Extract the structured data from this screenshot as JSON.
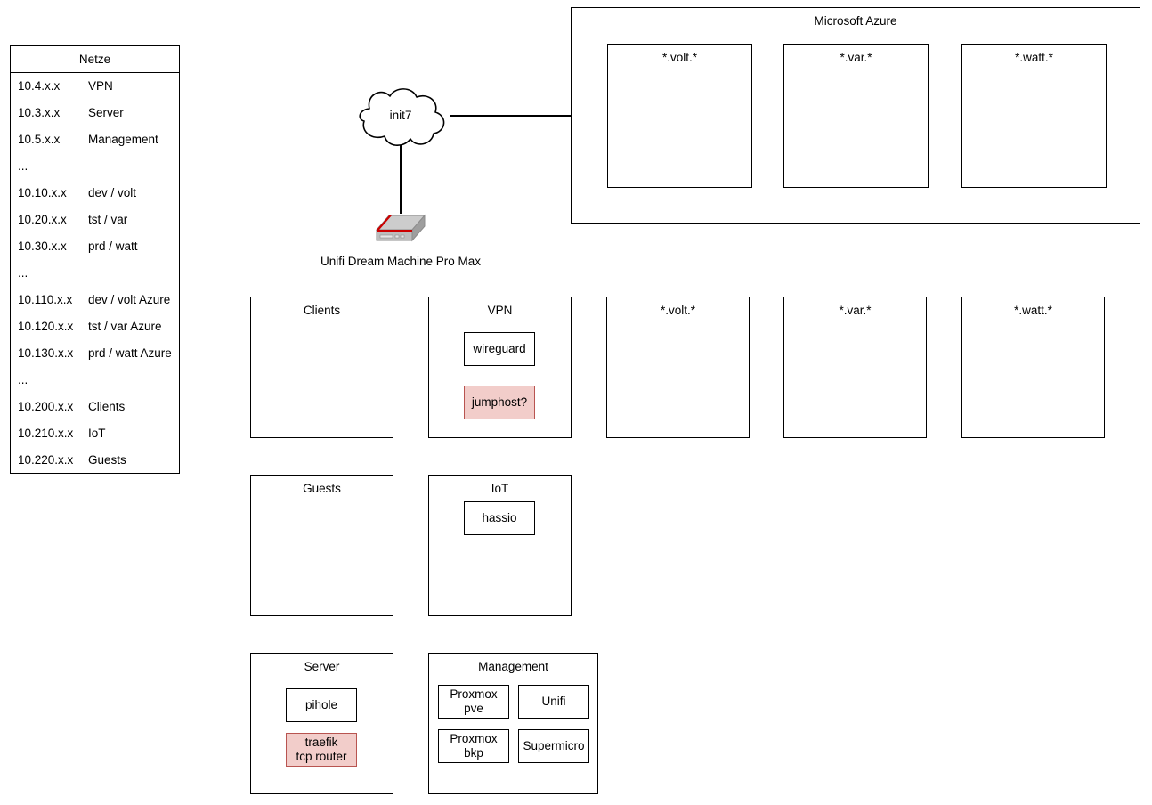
{
  "netze": {
    "title": "Netze",
    "rows": [
      {
        "net": "10.4.x.x",
        "name": "VPN"
      },
      {
        "net": "10.3.x.x",
        "name": "Server"
      },
      {
        "net": "10.5.x.x",
        "name": "Management"
      },
      {
        "net": "...",
        "name": ""
      },
      {
        "net": "10.10.x.x",
        "name": "dev / volt"
      },
      {
        "net": "10.20.x.x",
        "name": "tst / var"
      },
      {
        "net": "10.30.x.x",
        "name": "prd / watt"
      },
      {
        "net": "...",
        "name": ""
      },
      {
        "net": "10.110.x.x",
        "name": "dev / volt Azure"
      },
      {
        "net": "10.120.x.x",
        "name": "tst / var Azure"
      },
      {
        "net": "10.130.x.x",
        "name": "prd / watt Azure"
      },
      {
        "net": "...",
        "name": ""
      },
      {
        "net": "10.200.x.x",
        "name": "Clients"
      },
      {
        "net": "10.210.x.x",
        "name": "IoT"
      },
      {
        "net": "10.220.x.x",
        "name": "Guests"
      }
    ]
  },
  "cloud": {
    "label": "init7"
  },
  "router": {
    "label": "Unifi Dream Machine Pro Max",
    "icon": "firewall-appliance-icon",
    "body_color": "#b3b3b3",
    "accent_color": "#cc0000"
  },
  "azure": {
    "title": "Microsoft Azure",
    "zones": [
      {
        "title": "*.volt.*"
      },
      {
        "title": "*.var.*"
      },
      {
        "title": "*.watt.*"
      }
    ]
  },
  "vlans": {
    "row_middle": [
      {
        "title": "Clients",
        "children": []
      },
      {
        "title": "VPN",
        "children": [
          {
            "label": "wireguard",
            "accent": false
          },
          {
            "label": "jumphost?",
            "accent": true
          }
        ]
      },
      {
        "title": "*.volt.*",
        "children": []
      },
      {
        "title": "*.var.*",
        "children": []
      },
      {
        "title": "*.watt.*",
        "children": []
      }
    ],
    "row_second": [
      {
        "title": "Guests",
        "children": []
      },
      {
        "title": "IoT",
        "children": [
          {
            "label": "hassio",
            "accent": false
          }
        ]
      }
    ],
    "row_bottom": [
      {
        "title": "Server",
        "children": [
          {
            "label": "pihole",
            "accent": false
          },
          {
            "label": "traefik\ntcp router",
            "accent": true
          }
        ]
      },
      {
        "title": "Management",
        "children": [
          {
            "label": "Proxmox pve",
            "accent": false
          },
          {
            "label": "Unifi",
            "accent": false
          },
          {
            "label": "Proxmox bkp",
            "accent": false
          },
          {
            "label": "Supermicro",
            "accent": false
          }
        ]
      }
    ]
  },
  "colors": {
    "stroke": "#000000",
    "accent_fill": "#f2cdca",
    "accent_stroke": "#b85450",
    "background": "#ffffff"
  }
}
